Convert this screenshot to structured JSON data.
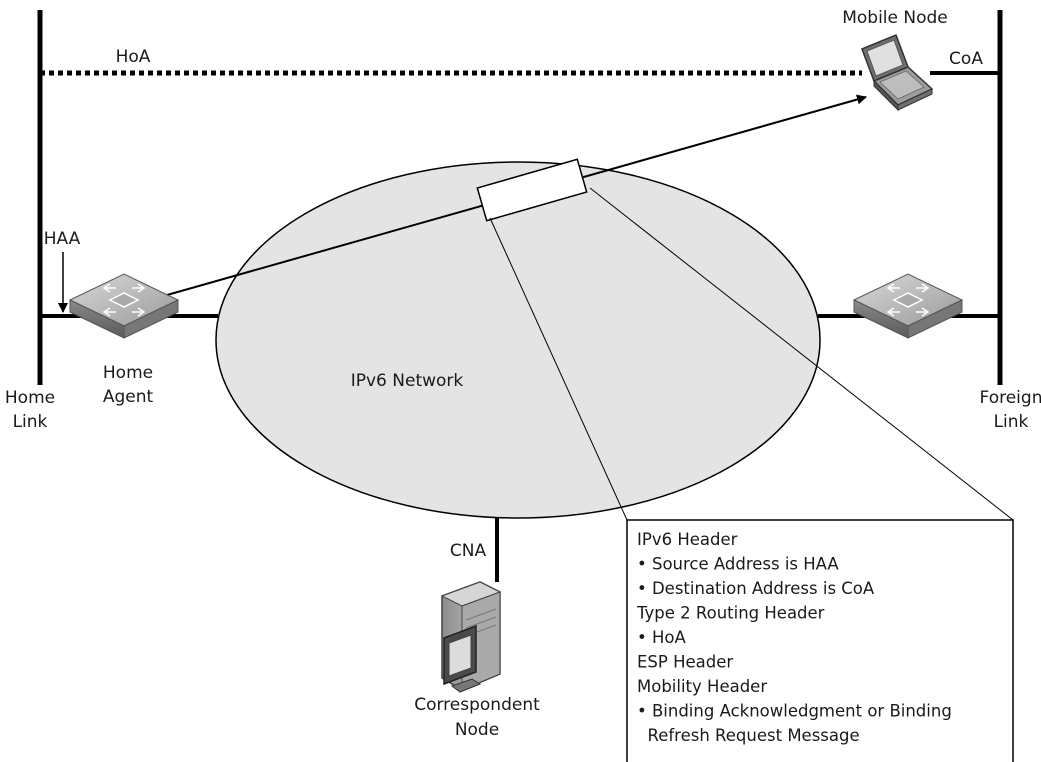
{
  "diagram": {
    "labels": {
      "mobile_node": "Mobile Node",
      "hoa": "HoA",
      "coa": "CoA",
      "haa": "HAA",
      "home_agent": [
        "Home",
        "Agent"
      ],
      "home_link": [
        "Home",
        "Link"
      ],
      "foreign_link": [
        "Foreign",
        "Link"
      ],
      "network": "IPv6 Network",
      "cna": "CNA",
      "correspondent_node": [
        "Correspondent",
        "Node"
      ]
    },
    "packet_contents": [
      "IPv6 Header",
      "• Source Address is HAA",
      "• Destination Address is CoA",
      "Type 2 Routing Header",
      "• HoA",
      "ESP Header",
      "Mobility Header",
      "• Binding Acknowledgment or Binding",
      "  Refresh Request Message"
    ],
    "icons": [
      "home-agent-router-icon",
      "foreign-router-icon",
      "laptop-icon",
      "server-pc-icon"
    ],
    "colors": {
      "network_fill": "#e4e4e4",
      "line": "#000000"
    }
  }
}
